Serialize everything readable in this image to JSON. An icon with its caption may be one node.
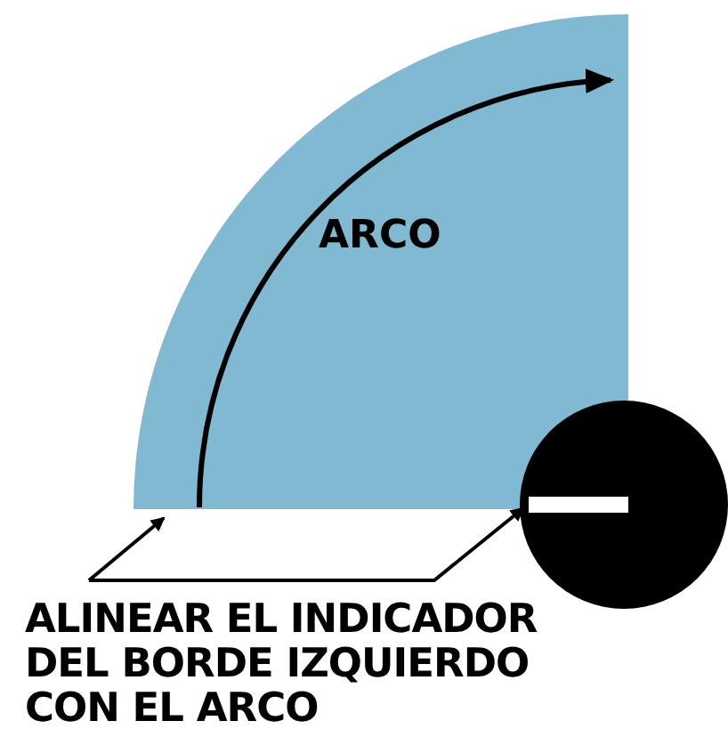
{
  "diagram": {
    "nodes": [
      {
        "text": [
          "ALINEAR EL INDICADOR DEL BORDE IZQUIERDO CON EL ARCO"
        ]
      },
      {
        "text": [
          "ARCO"
        ]
      },
      {
        "text": [],
        "shape": "circle"
      },
      {
        "text": [],
        "shape": "bar",
        "in": 2
      }
    ],
    "edges": [
      {
        "from": 0,
        "to": 1,
        "arrow": "to"
      },
      {
        "from": 0,
        "to": 3,
        "arrow": "to"
      }
    ]
  }
}
